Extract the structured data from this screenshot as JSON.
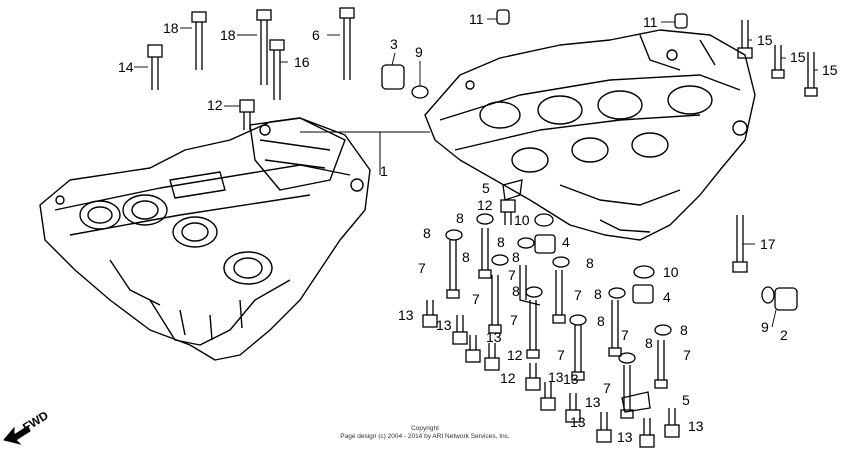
{
  "diagram": {
    "parts": [
      {
        "ref": "1"
      },
      {
        "ref": "2"
      },
      {
        "ref": "3"
      },
      {
        "ref": "4"
      },
      {
        "ref": "5"
      },
      {
        "ref": "6"
      },
      {
        "ref": "7"
      },
      {
        "ref": "8"
      },
      {
        "ref": "9"
      },
      {
        "ref": "10"
      },
      {
        "ref": "11"
      },
      {
        "ref": "12"
      },
      {
        "ref": "13"
      },
      {
        "ref": "14"
      },
      {
        "ref": "15"
      },
      {
        "ref": "16"
      },
      {
        "ref": "17"
      },
      {
        "ref": "18"
      }
    ],
    "direction_label": "FWD"
  },
  "footer": {
    "line1": "Copyright",
    "line2": "Page design (c) 2004 - 2014 by ARI Network Services, Inc."
  }
}
